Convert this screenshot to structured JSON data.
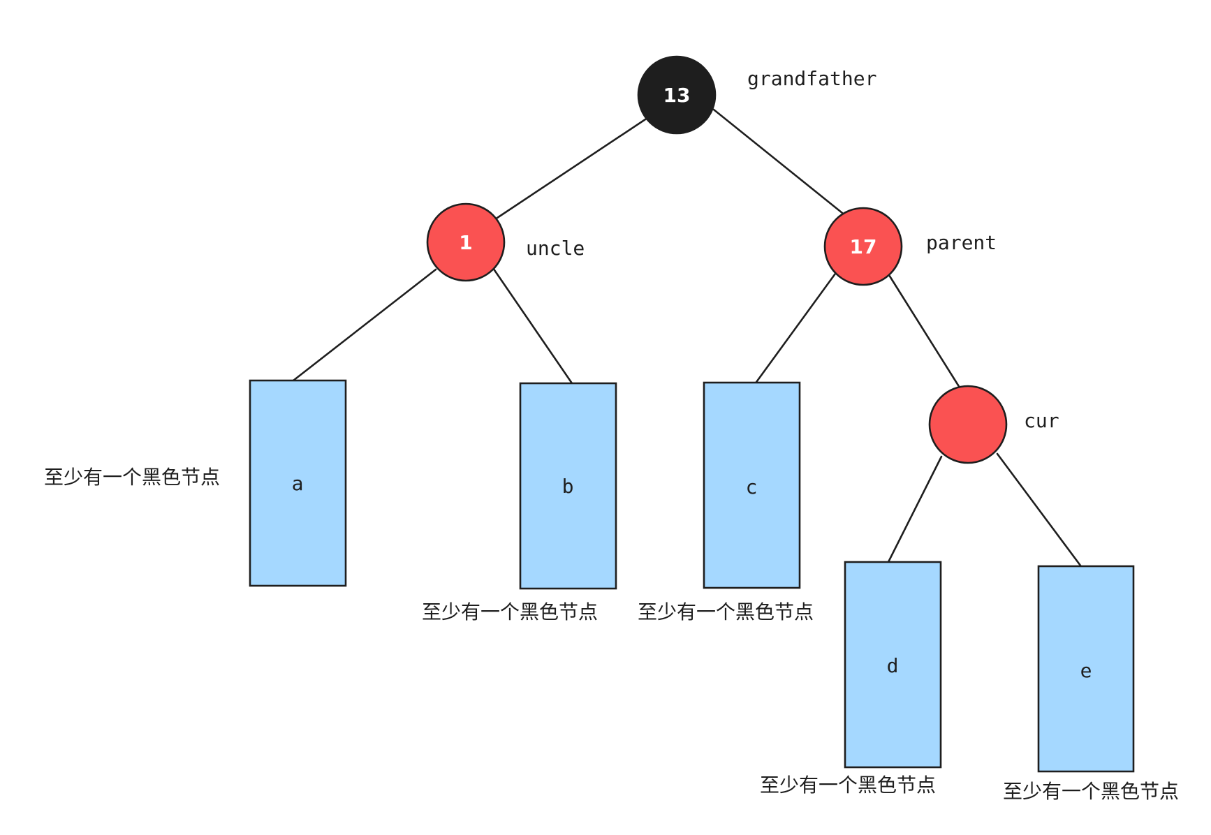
{
  "nodes": {
    "grandfather": {
      "value": "13",
      "label": "grandfather",
      "color": "#1e1e1e"
    },
    "uncle": {
      "value": "1",
      "label": "uncle",
      "color": "#fa5252"
    },
    "parent": {
      "value": "17",
      "label": "parent",
      "color": "#fa5252"
    },
    "cur": {
      "value": "",
      "label": "cur",
      "color": "#fa5252"
    }
  },
  "subtrees": {
    "a": {
      "label": "a",
      "note": "至少有一个黑色节点"
    },
    "b": {
      "label": "b",
      "note": "至少有一个黑色节点"
    },
    "c": {
      "label": "c",
      "note": "至少有一个黑色节点"
    },
    "d": {
      "label": "d",
      "note": "至少有一个黑色节点"
    },
    "e": {
      "label": "e",
      "note": "至少有一个黑色节点"
    }
  },
  "colors": {
    "black_node": "#1e1e1e",
    "red_node": "#fa5252",
    "subtree_fill": "#a5d8ff",
    "stroke": "#1e1e1e"
  }
}
